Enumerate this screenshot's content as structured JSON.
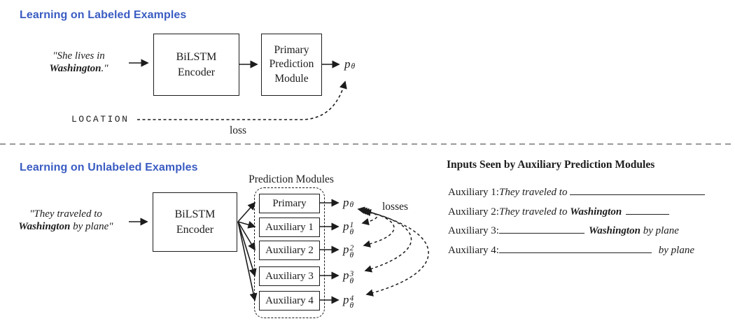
{
  "colors": {
    "heading_blue": "#3a5cc2",
    "stroke": "#1c1c1c",
    "divider_gray": "#999999"
  },
  "labeled": {
    "heading": "Learning on Labeled Examples",
    "input_line1": "\"She lives in",
    "input_bold": "Washington",
    "input_suffix": ".\"",
    "encoder_box": "BiLSTM\nEncoder",
    "module_box": "Primary\nPrediction\nModule",
    "output": {
      "base": "p",
      "sup": "",
      "sub": "θ"
    },
    "gold_label": "LOCATION",
    "loss_label": "loss"
  },
  "unlabeled": {
    "heading": "Learning on Unlabeled Examples",
    "input_line1": "\"They traveled to",
    "input_bold": "Washington",
    "input_suffix": " by plane\"",
    "encoder_box": "BiLSTM\nEncoder",
    "modules_label": "Prediction Modules",
    "losses_label": "losses",
    "modules": [
      {
        "label": "Primary",
        "output": {
          "base": "p",
          "sup": "",
          "sub": "θ"
        }
      },
      {
        "label": "Auxiliary 1",
        "output": {
          "base": "p",
          "sup": "1",
          "sub": "θ"
        }
      },
      {
        "label": "Auxiliary 2",
        "output": {
          "base": "p",
          "sup": "2",
          "sub": "θ"
        }
      },
      {
        "label": "Auxiliary 3",
        "output": {
          "base": "p",
          "sup": "3",
          "sub": "θ"
        }
      },
      {
        "label": "Auxiliary 4",
        "output": {
          "base": "p",
          "sup": "4",
          "sub": "θ"
        }
      }
    ]
  },
  "right_panel": {
    "heading": "Inputs Seen by Auxiliary Prediction Modules",
    "rows": [
      {
        "label": "Auxiliary 1:",
        "pre": "They traveled to"
      },
      {
        "label": "Auxiliary 2:",
        "pre": "They traveled to ",
        "bold": "Washington"
      },
      {
        "label": "Auxiliary 3:",
        "bold": "Washington",
        "post": " by plane"
      },
      {
        "label": "Auxiliary 4:",
        "post": " by plane"
      }
    ]
  }
}
